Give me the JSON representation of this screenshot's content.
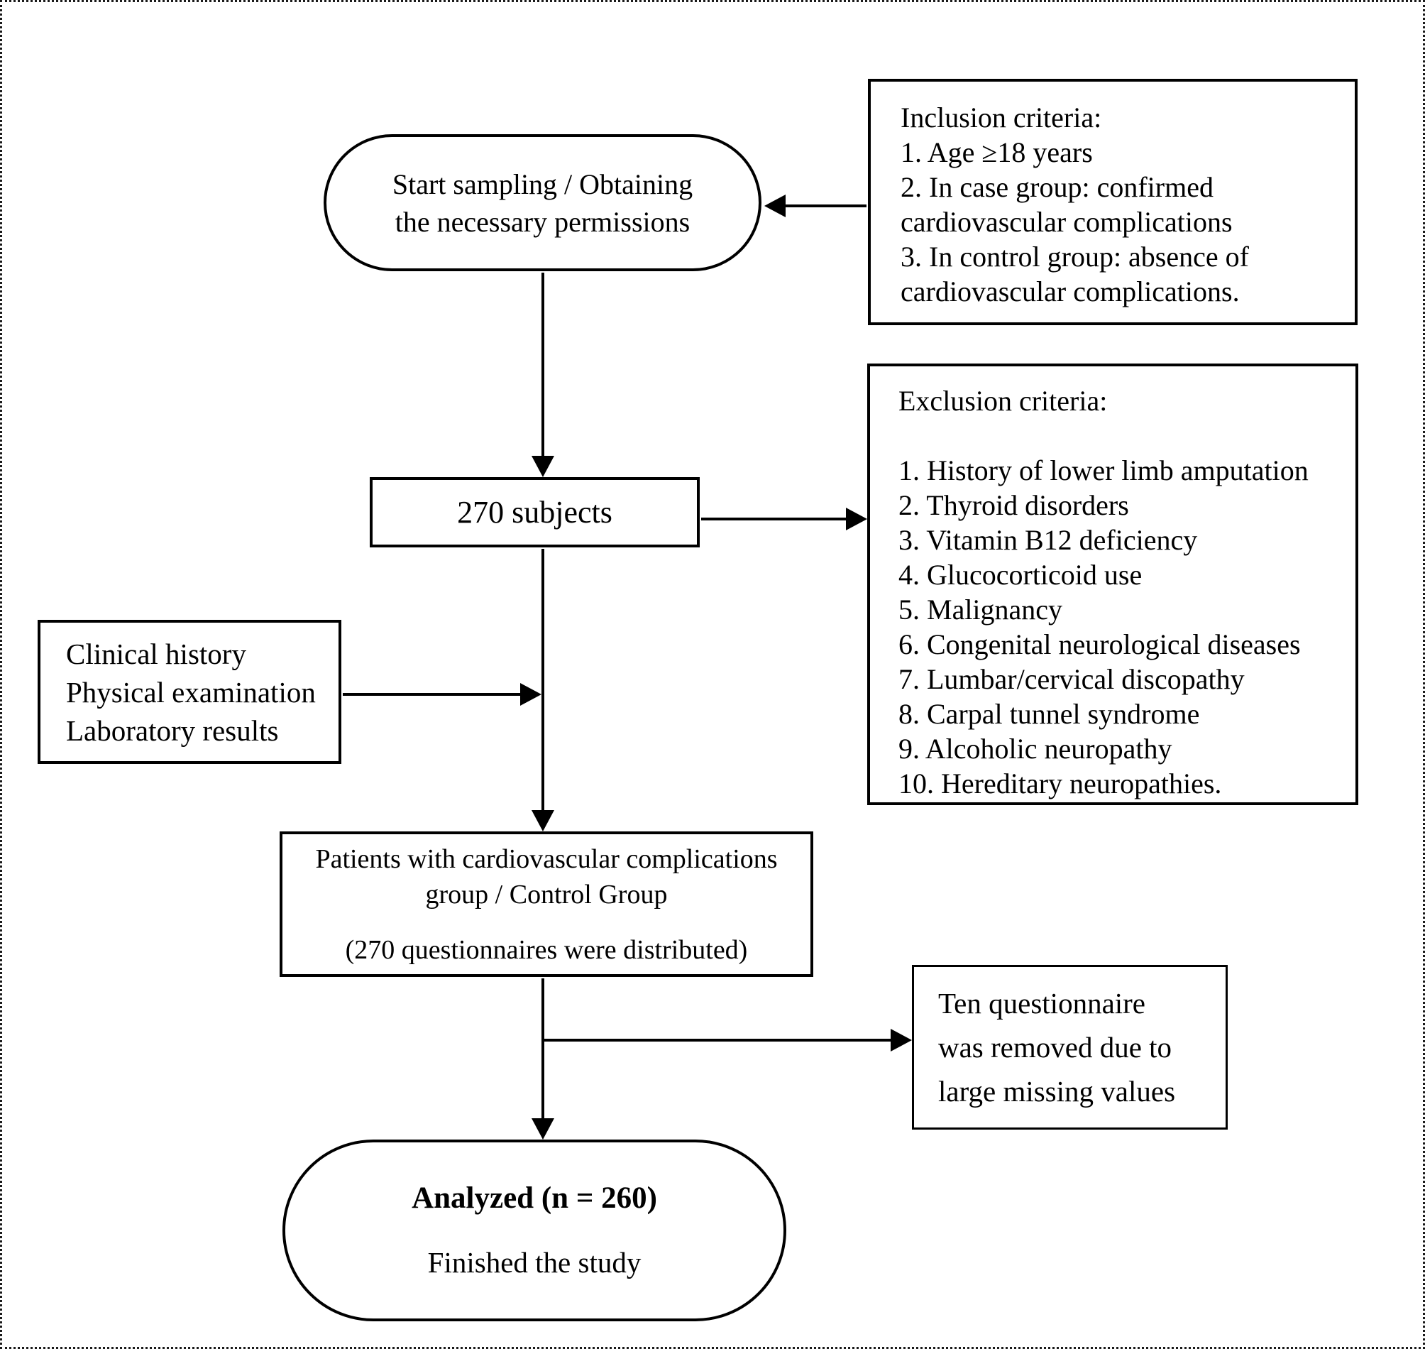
{
  "flow": {
    "start": {
      "line1": "Start sampling / Obtaining",
      "line2": "the necessary permissions"
    },
    "inclusion": {
      "title": "Inclusion criteria:",
      "item1": "1. Age ≥18 years",
      "item2": "2. In case group: confirmed cardiovascular complications",
      "item3": "3. In control group: absence of cardiovascular complications."
    },
    "subjects": {
      "label": "270 subjects"
    },
    "exclusion": {
      "title": "Exclusion criteria:",
      "items": [
        "1. History of lower limb amputation",
        "2. Thyroid disorders",
        "3. Vitamin B12 deficiency",
        "4. Glucocorticoid use",
        "5. Malignancy",
        "6. Congenital neurological diseases",
        "7. Lumbar/cervical discopathy",
        "8. Carpal tunnel syndrome",
        "9. Alcoholic neuropathy",
        "10. Hereditary neuropathies."
      ]
    },
    "clinical": {
      "line1": "Clinical history",
      "line2": "Physical examination",
      "line3": "Laboratory results"
    },
    "patients": {
      "line1": "Patients with cardiovascular complications",
      "line2": "group / Control Group",
      "note": "(270 questionnaires were distributed)"
    },
    "removed": {
      "line1": "Ten questionnaire",
      "line2": "was removed due to",
      "line3": "large missing values"
    },
    "analyzed": {
      "title": "Analyzed (n = 260)",
      "subtitle": "Finished the study"
    },
    "colors": {
      "line": "#000000",
      "background": "#ffffff"
    }
  }
}
